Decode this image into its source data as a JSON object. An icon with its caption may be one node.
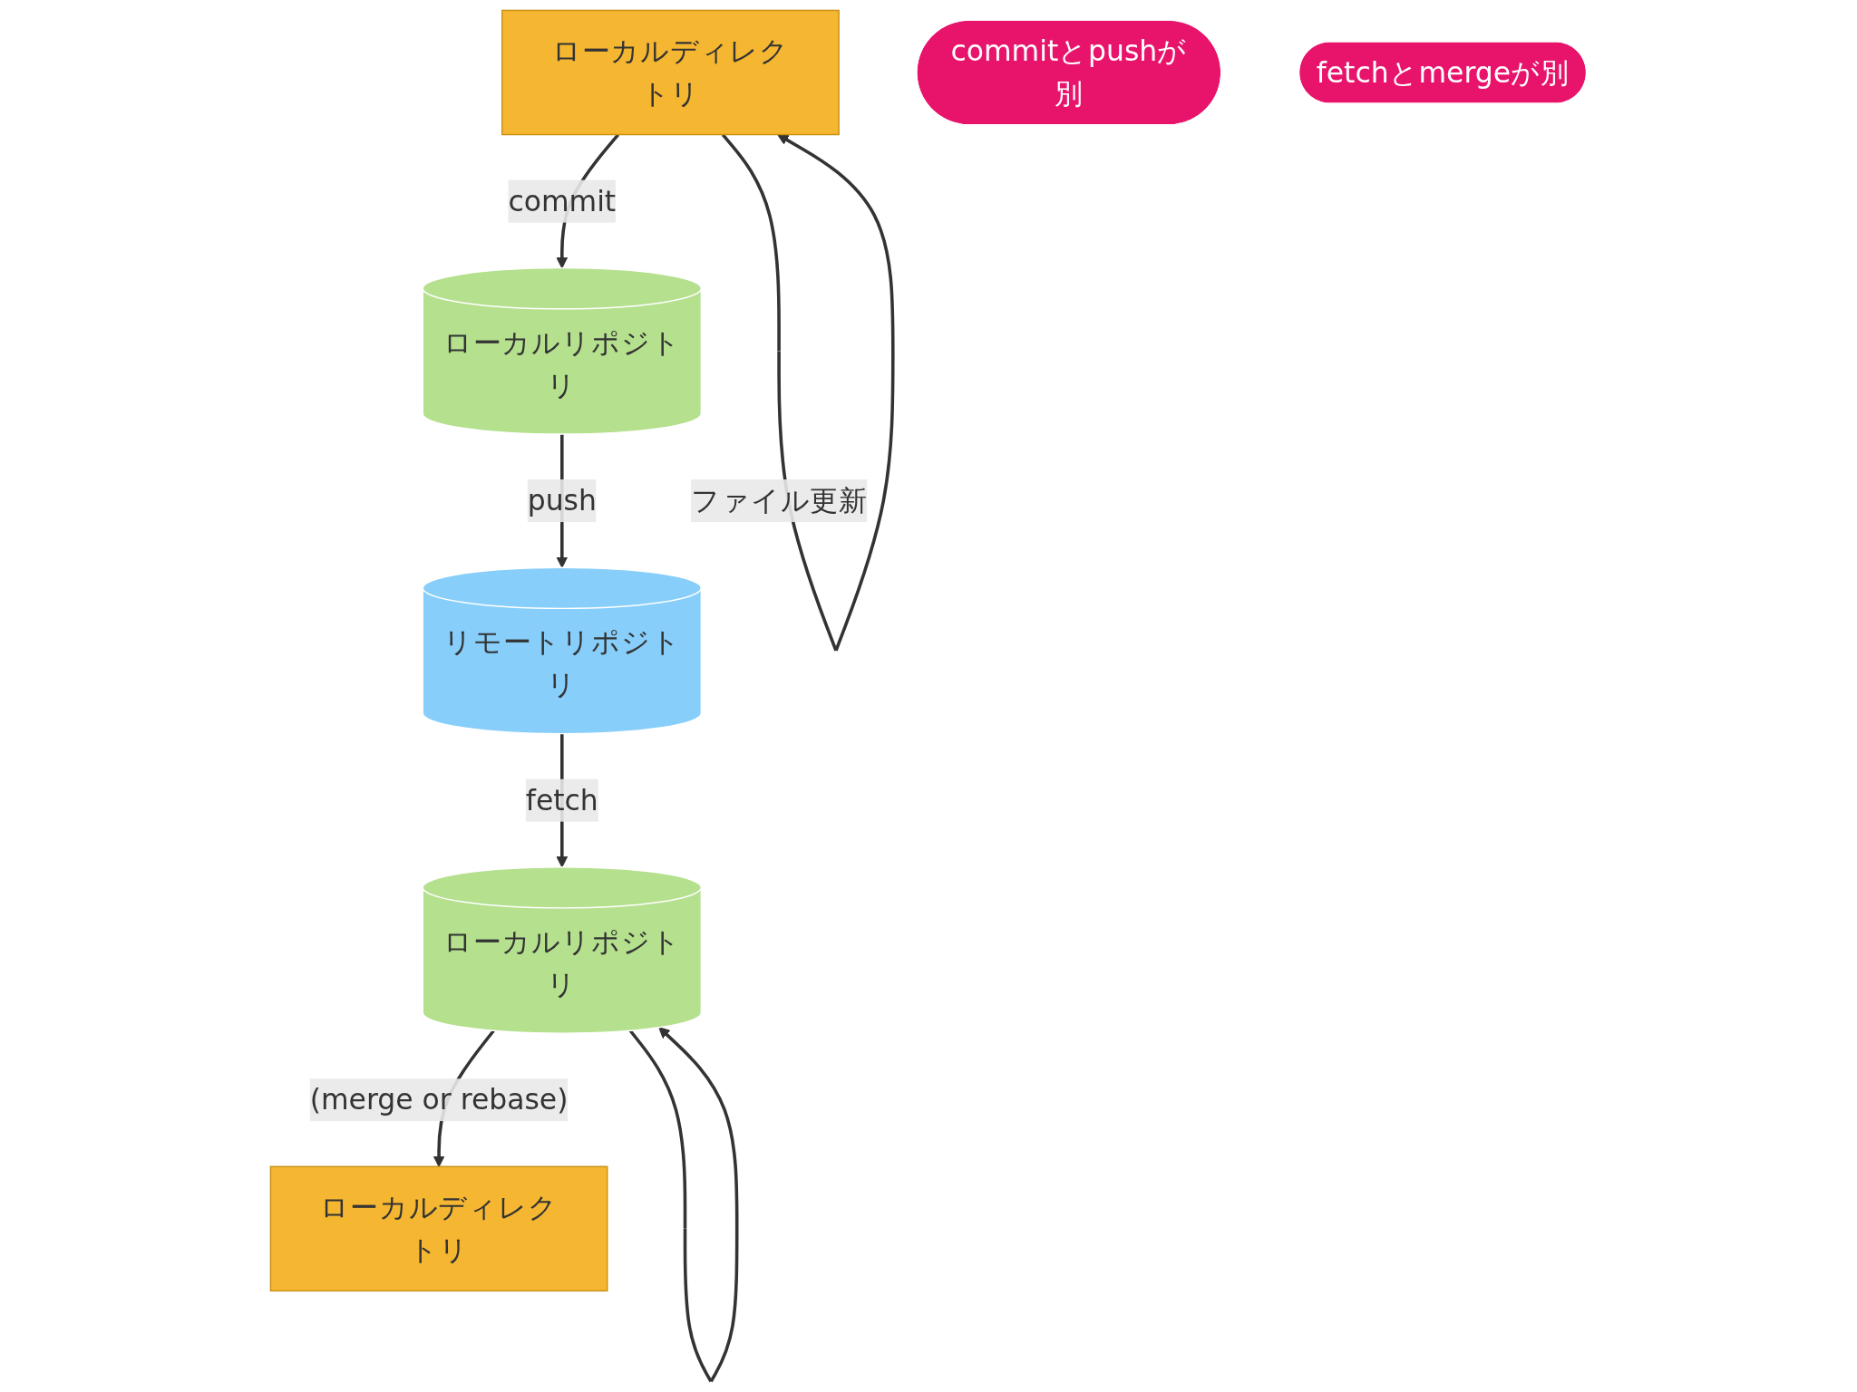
{
  "diagram": {
    "nodes": [
      {
        "text": [
          "リモートリポジトリ"
        ]
      },
      {
        "text": [
          "ローカルリポジトリ"
        ]
      },
      {
        "text": [
          "ローカルリポジトリ"
        ]
      },
      {
        "text": [
          "ローカルディレクトリ"
        ]
      },
      {
        "text": [
          "ローカルディレクトリ"
        ]
      },
      {
        "text": [
          "commitとpushが別"
        ]
      },
      {
        "text": [
          "fetchとmergeが別"
        ]
      }
    ],
    "edges": [
      {
        "from": 3,
        "to": 1,
        "arrow": "to",
        "label": "commit"
      },
      {
        "from": 1,
        "to": 0,
        "arrow": "to",
        "label": "push"
      },
      {
        "from": 0,
        "to": 2,
        "arrow": "to",
        "label": "fetch"
      },
      {
        "from": 2,
        "to": 4,
        "arrow": "to",
        "label": "(merge or rebase)"
      },
      {
        "from": 3,
        "to": 3,
        "arrow": "to",
        "label": "ファイル更新"
      },
      {
        "from": 2,
        "to": 2,
        "arrow": "to"
      }
    ]
  }
}
